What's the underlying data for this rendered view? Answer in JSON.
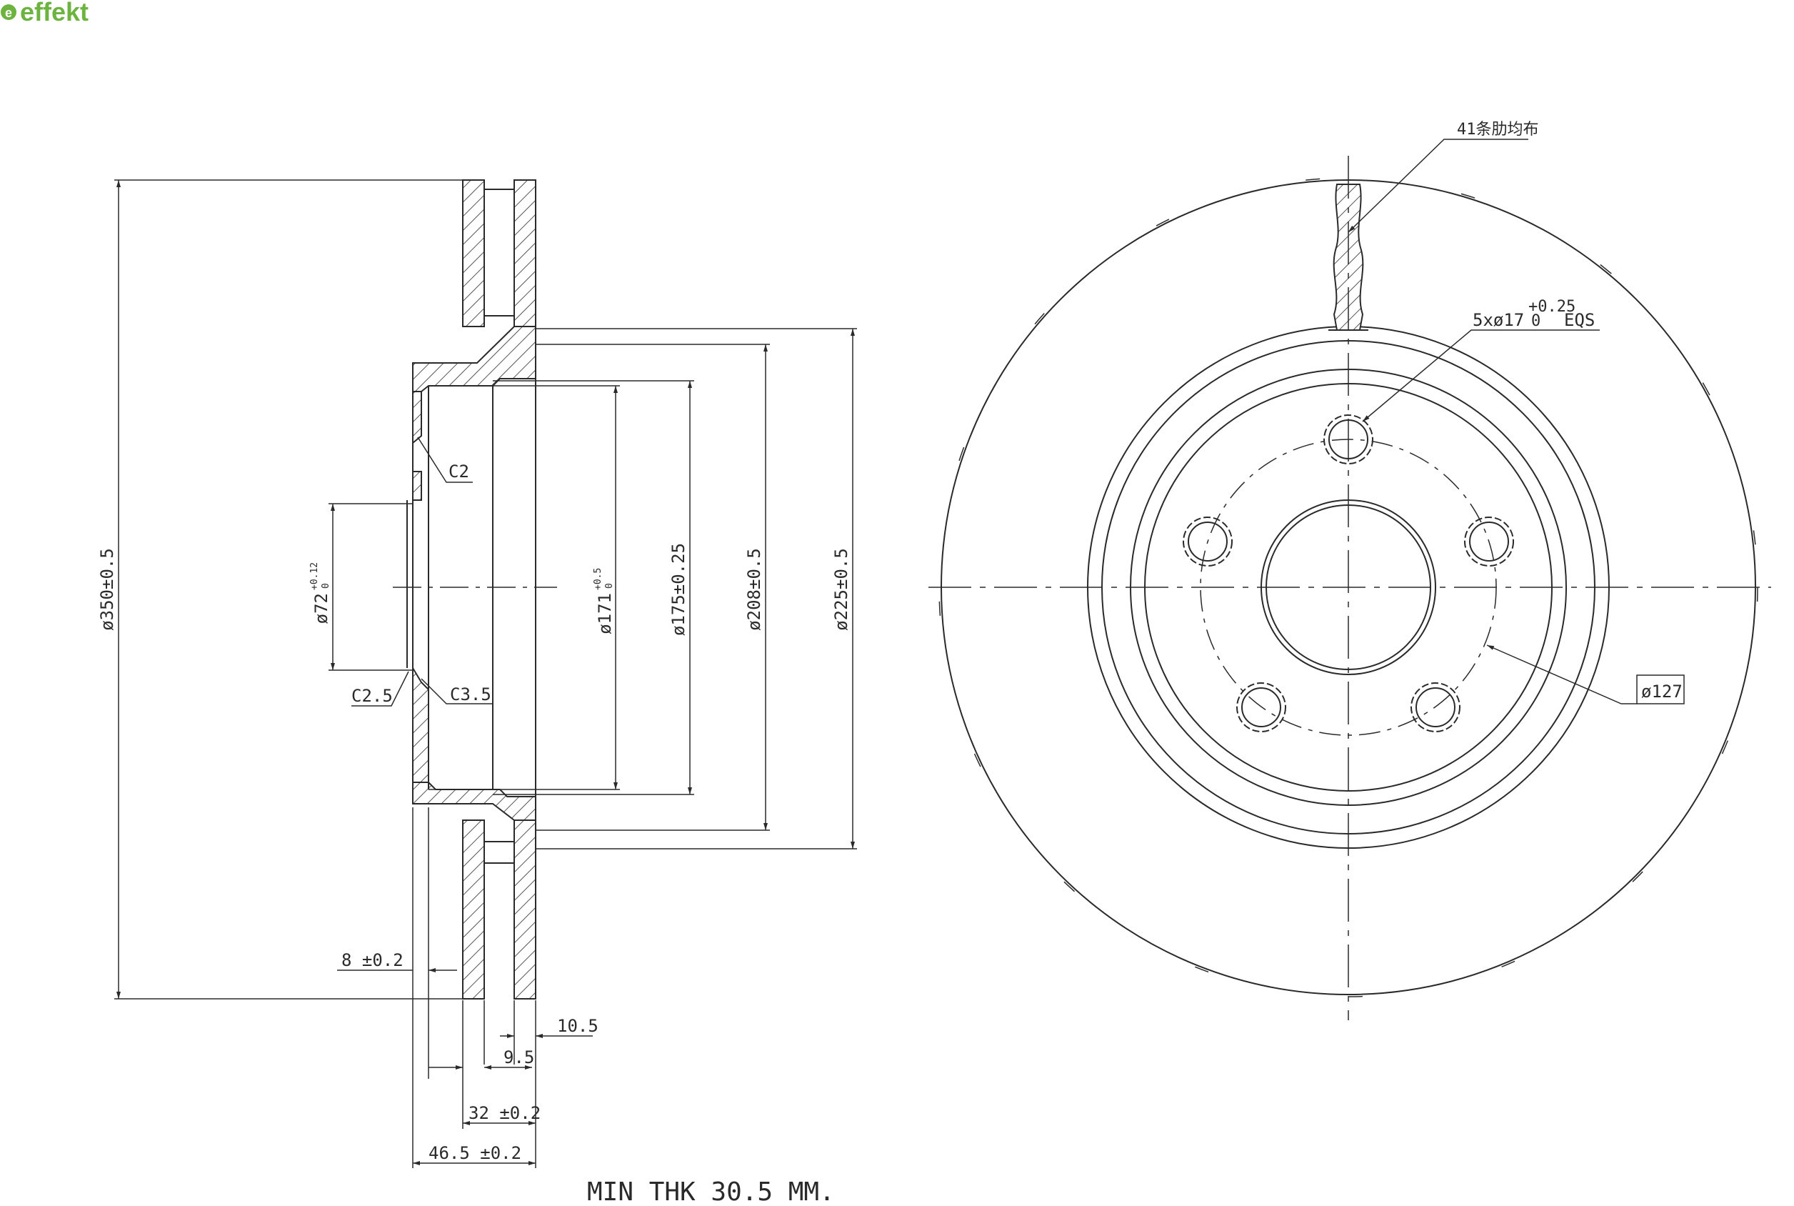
{
  "brand": {
    "name": "effekt",
    "color": "#6db33f"
  },
  "side_view": {
    "labels": {
      "d350": "ø350±0.5",
      "d72": "ø72",
      "d72_tol_plus": "+0.12",
      "d72_tol_minus": "0",
      "d171": "ø171",
      "d171_tol_plus": "+0.5",
      "d171_tol_minus": "0",
      "d175": "ø175±0.25",
      "d208": "ø208±0.5",
      "d225": "ø225±0.5",
      "c2": "C2",
      "c25": "C2.5",
      "c35": "C3.5",
      "t8": "8 ±0.2",
      "t105": "10.5",
      "t95": "9.5",
      "t32": "32 ±0.2",
      "t465": "46.5 ±0.2"
    }
  },
  "front_view": {
    "labels": {
      "ribs": "41条肋均布",
      "holes_prefix": "5xø17",
      "holes_tol_plus": "+0.25",
      "holes_tol_minus": "0",
      "holes_suffix": "EQS",
      "pcd": "ø127"
    }
  },
  "footer": {
    "min_thk": "MIN THK 30.5 MM."
  },
  "colors": {
    "line": "#2a2a2a",
    "hatch": "#555555"
  }
}
